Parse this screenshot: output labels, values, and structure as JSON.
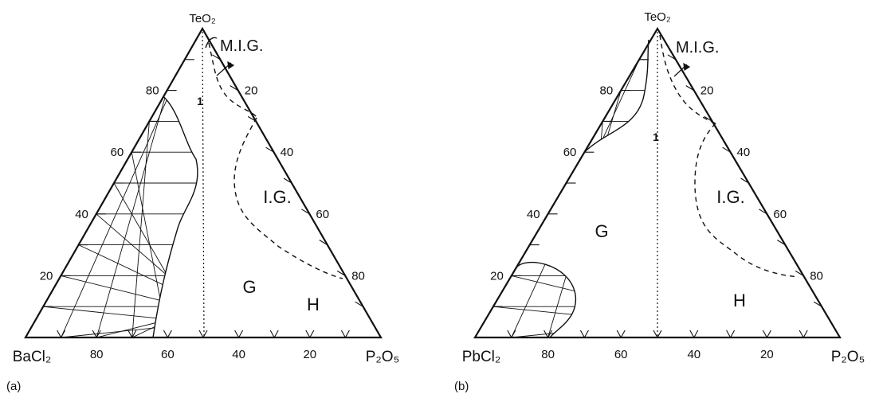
{
  "panels": [
    {
      "id": "a",
      "panel_label": "(a)",
      "vertex_top": "TeO₂",
      "vertex_left": "BaCl₂",
      "vertex_right": "P₂O₅",
      "left_ticks": [
        "80",
        "60",
        "40",
        "20"
      ],
      "bottom_ticks": [
        "80",
        "60",
        "40",
        "20"
      ],
      "right_ticks": [
        "20",
        "40",
        "60",
        "80"
      ],
      "line_label": "1",
      "regions": {
        "glass": "G",
        "hydroscopic": "H",
        "immiscible": "I.G.",
        "mig": "M.I.G."
      }
    },
    {
      "id": "b",
      "panel_label": "(b)",
      "vertex_top": "TeO₂",
      "vertex_left": "PbCl₂",
      "vertex_right": "P₂O₅",
      "left_ticks": [
        "80",
        "60",
        "40",
        "20"
      ],
      "bottom_ticks": [
        "80",
        "60",
        "40",
        "20"
      ],
      "right_ticks": [
        "20",
        "40",
        "60",
        "80"
      ],
      "line_label": "1",
      "regions": {
        "glass": "G",
        "hydroscopic": "H",
        "immiscible": "I.G.",
        "mig": "M.I.G."
      }
    }
  ],
  "colors": {
    "ink": "#111111",
    "background": "#ffffff"
  }
}
